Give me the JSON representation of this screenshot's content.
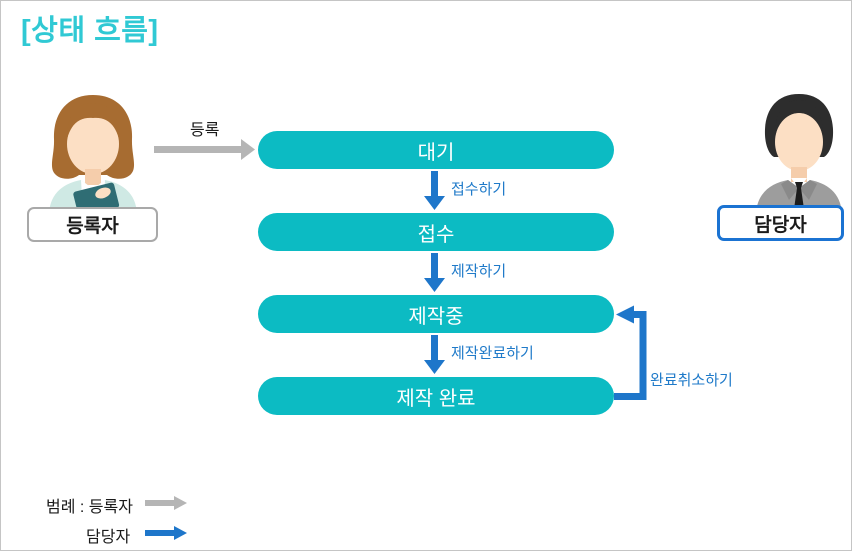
{
  "page": {
    "title": "[상태 흐름]"
  },
  "actors": {
    "registrant": {
      "label": "등록자"
    },
    "manager": {
      "label": "담당자"
    }
  },
  "flow": {
    "states": [
      {
        "label": "대기"
      },
      {
        "label": "접수"
      },
      {
        "label": "제작중"
      },
      {
        "label": "제작 완료"
      }
    ],
    "transitions": {
      "register": "등록",
      "receive": "접수하기",
      "produce": "제작하기",
      "complete": "제작완료하기",
      "cancel": "완료취소하기"
    }
  },
  "legend": {
    "registrant_line": "범례 : 등록자",
    "manager_line": "담당자"
  },
  "colors": {
    "title": "#30c9d4",
    "state_box": "#0cbbc3",
    "state_text": "#ffffff",
    "manager_arrow_blue": "#1e76ca",
    "registrant_arrow_gray": "#b5b5b5",
    "manager_label_border": "#1b73d2",
    "registrant_label_border": "#a9a9a9"
  }
}
